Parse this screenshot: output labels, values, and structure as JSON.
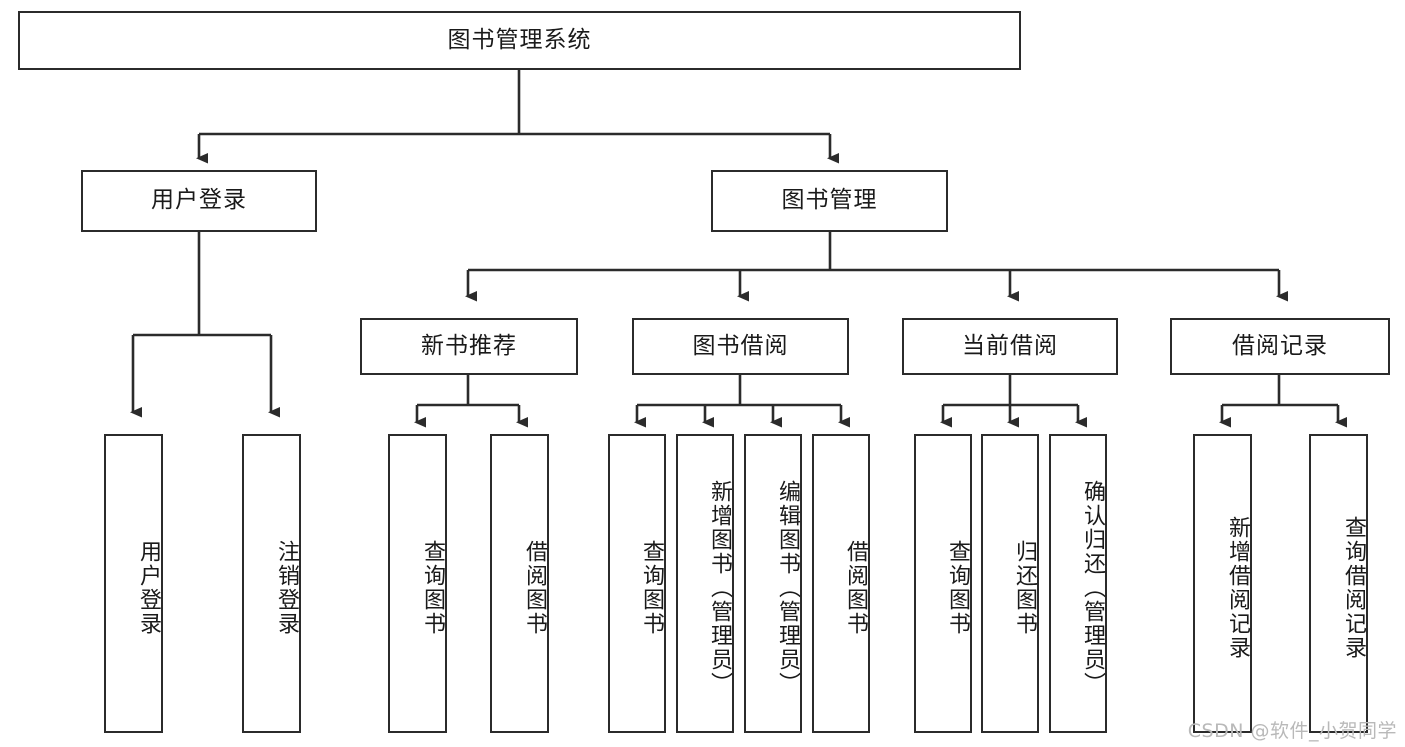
{
  "diagram": {
    "title": "图书管理系统",
    "watermark": "CSDN @软件_小贺同学",
    "line_color": "#2b2b2b",
    "text_color": "#1a1a1a",
    "background": "#ffffff",
    "root": {
      "label": "图书管理系统"
    },
    "level2": [
      {
        "label": "用户登录"
      },
      {
        "label": "图书管理"
      }
    ],
    "level3": [
      {
        "label": "新书推荐"
      },
      {
        "label": "图书借阅"
      },
      {
        "label": "当前借阅"
      },
      {
        "label": "借阅记录"
      }
    ],
    "leaves": {
      "user_login": [
        {
          "label": "用户登录"
        },
        {
          "label": "注销登录"
        }
      ],
      "new_book": [
        {
          "label": "查询图书"
        },
        {
          "label": "借阅图书"
        }
      ],
      "book_borrow": [
        {
          "label": "查询图书"
        },
        {
          "label": "新增图书（管理员）"
        },
        {
          "label": "编辑图书（管理员）"
        },
        {
          "label": "借阅图书"
        }
      ],
      "current_borrow": [
        {
          "label": "查询图书"
        },
        {
          "label": "归还图书"
        },
        {
          "label": "确认归还（管理员）"
        }
      ],
      "borrow_record": [
        {
          "label": "新增借阅记录"
        },
        {
          "label": "查询借阅记录"
        }
      ]
    }
  }
}
